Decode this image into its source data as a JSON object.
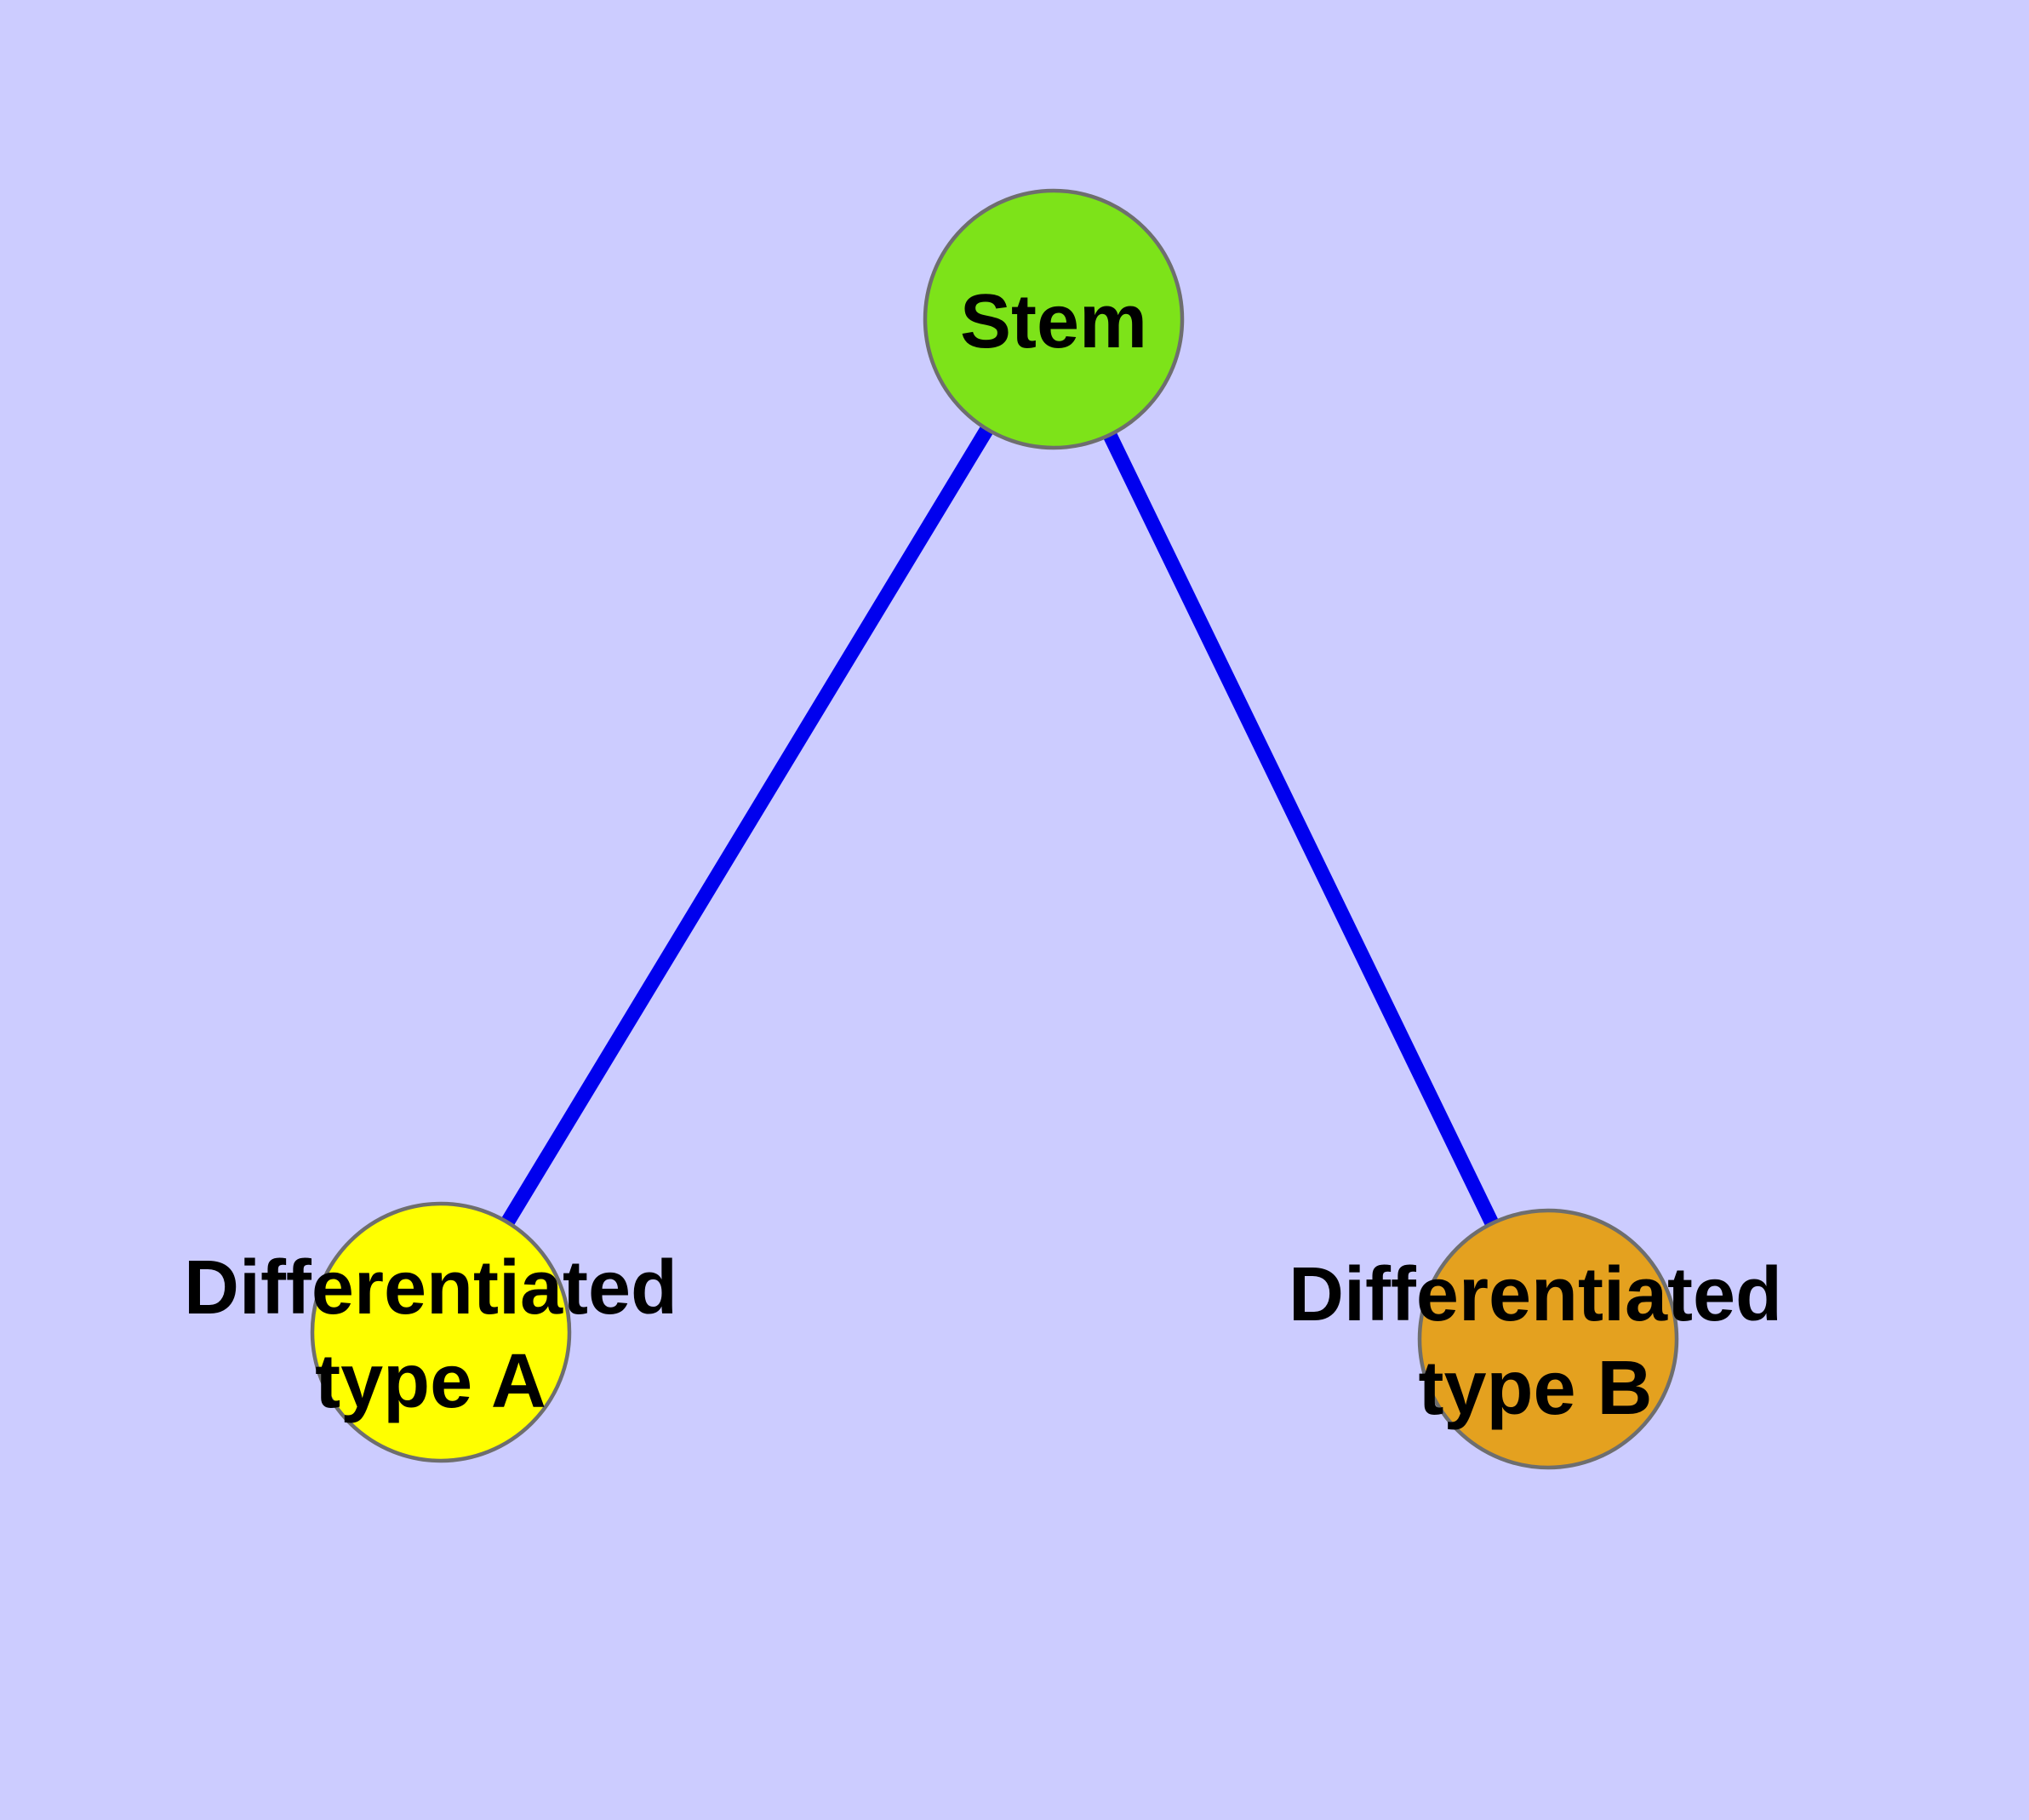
{
  "diagram": {
    "title": "",
    "colors": {
      "background": "#CCCCFF",
      "edge": "#0000EE",
      "node_border": "#6E6E6E",
      "label_text": "#000000",
      "stem_fill": "#7DE319",
      "type_a_fill": "#FFFF00",
      "type_b_fill": "#E4A11F"
    },
    "nodes": {
      "stem": {
        "label": "Stem"
      },
      "type_a": {
        "label_line1": "Differentiated",
        "label_line2": "type A"
      },
      "type_b": {
        "label_line1": "Differentiated",
        "label_line2": "type B"
      }
    },
    "edges": [
      {
        "from": "Stem",
        "to": "Differentiated type A"
      },
      {
        "from": "Stem",
        "to": "Differentiated type B"
      }
    ]
  }
}
